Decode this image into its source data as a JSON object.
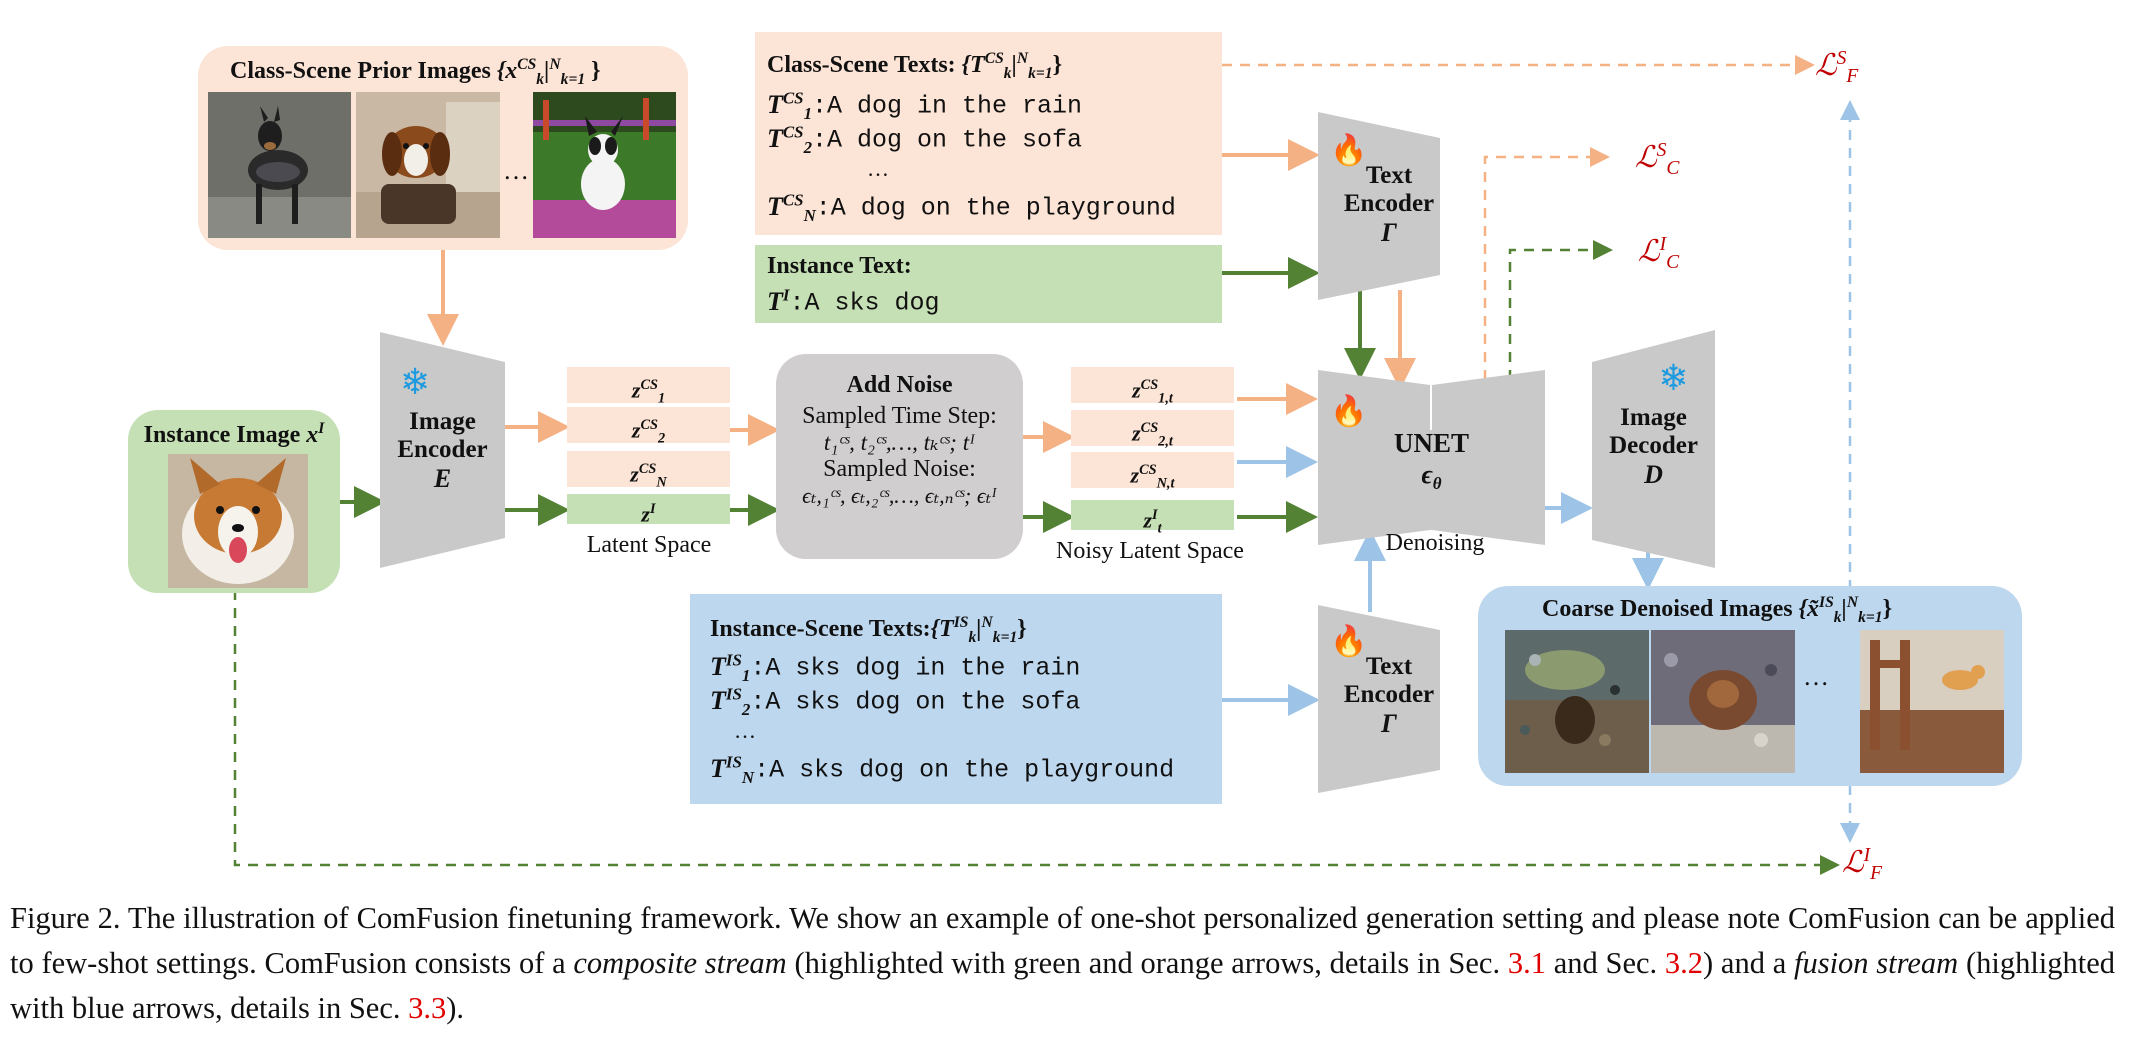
{
  "class_scene_prior": {
    "title": "Class-Scene Prior Images",
    "set": "{x",
    "set_sup": "CS",
    "set_sub": "k",
    "set_range": "|",
    "range_sup": "N",
    "range_sub": "k=1",
    "close": "}",
    "ellipsis": "…"
  },
  "class_scene_texts": {
    "title": "Class-Scene Texts:",
    "set": "{T",
    "set_sup": "CS",
    "set_sub": "k",
    "range_sup": "N",
    "range_sub": "k=1",
    "close": "}",
    "items": [
      {
        "sym": "T",
        "sup": "CS",
        "sub": "1",
        "text": ":A dog in the rain"
      },
      {
        "sym": "T",
        "sup": "CS",
        "sub": "2",
        "text": ":A dog on the sofa"
      },
      {
        "sym": "T",
        "sup": "CS",
        "sub": "N",
        "text": ":A dog on the playground"
      }
    ],
    "ellipsis": "…"
  },
  "instance_text": {
    "title": "Instance Text:",
    "sym": "T",
    "sup": "I",
    "text": ":A sks dog"
  },
  "instance_scene_texts": {
    "title": "Instance-Scene Texts:",
    "set": "{T",
    "set_sup": "IS",
    "set_sub": "k",
    "range_sup": "N",
    "range_sub": "k=1",
    "close": "}",
    "items": [
      {
        "sym": "T",
        "sup": "IS",
        "sub": "1",
        "text": ":A sks dog in the rain"
      },
      {
        "sym": "T",
        "sup": "IS",
        "sub": "2",
        "text": ":A sks dog on the sofa"
      },
      {
        "sym": "T",
        "sup": "IS",
        "sub": "N",
        "text": ":A sks dog on the playground"
      }
    ],
    "ellipsis": "…"
  },
  "instance_image": {
    "title": "Instance Image",
    "sym": "x",
    "sup": "I"
  },
  "image_encoder": {
    "line1": "Image",
    "line2": "Encoder",
    "sym": "E",
    "icon": "snowflake-icon"
  },
  "latent_space": {
    "label": "Latent Space",
    "items": [
      {
        "sym": "z",
        "sup": "CS",
        "sub": "1"
      },
      {
        "sym": "z",
        "sup": "CS",
        "sub": "2"
      },
      {
        "sym": "z",
        "sup": "CS",
        "sub": "N"
      },
      {
        "sym": "z",
        "sup": "I",
        "sub": ""
      }
    ]
  },
  "add_noise": {
    "title": "Add Noise",
    "line1": "Sampled Time Step:",
    "line2": "t₁ᶜˢ, t₂ᶜˢ,…, tₖᶜˢ; tᴵ",
    "line3": "Sampled Noise:",
    "line4": "ϵₜ,₁ᶜˢ, ϵₜ,₂ᶜˢ,…, ϵₜ,ₙᶜˢ; ϵₜᴵ"
  },
  "noisy_latent": {
    "label": "Noisy Latent Space",
    "items": [
      {
        "sym": "z",
        "sup": "CS",
        "sub": "1,t"
      },
      {
        "sym": "z",
        "sup": "CS",
        "sub": "2,t"
      },
      {
        "sym": "z",
        "sup": "CS",
        "sub": "N,t"
      },
      {
        "sym": "z",
        "sup": "I",
        "sub": "t"
      }
    ]
  },
  "text_encoder_top": {
    "line1": "Text",
    "line2": "Encoder",
    "sym": "Γ",
    "icon": "flame-icon"
  },
  "text_encoder_bottom": {
    "line1": "Text",
    "line2": "Encoder",
    "sym": "Γ",
    "icon": "flame-icon"
  },
  "unet": {
    "title": "UNET",
    "sym": "ϵ",
    "sub": "θ",
    "label": "Denoising",
    "icon": "flame-icon"
  },
  "image_decoder": {
    "line1": "Image",
    "line2": "Decoder",
    "sym": "D",
    "icon": "snowflake-icon"
  },
  "coarse_images": {
    "title": "Coarse Denoised Images",
    "set": "{x̃",
    "set_sup": "IS",
    "set_sub": "k",
    "range_sup": "N",
    "range_sub": "k=1",
    "close": "}",
    "ellipsis": "…"
  },
  "losses": {
    "lf_s": {
      "sym": "ℒ",
      "sup": "S",
      "sub": "F"
    },
    "lc_s": {
      "sym": "ℒ",
      "sup": "S",
      "sub": "C"
    },
    "lc_i": {
      "sym": "ℒ",
      "sup": "I",
      "sub": "C"
    },
    "lf_i": {
      "sym": "ℒ",
      "sup": "I",
      "sub": "F"
    }
  },
  "colors": {
    "orange_arrow": "#f4b183",
    "green_arrow": "#548235",
    "blue_arrow": "#9dc3e6",
    "loss_red": "#c00000"
  },
  "caption": {
    "prefix": "Figure 2.  The illustration of ComFusion finetuning framework.  We show an example of one-shot personalized generation setting and please note ComFusion can be applied to few-shot settings. ComFusion consists of a ",
    "composite": "composite stream",
    "mid1": " (highlighted with green and orange arrows, details in Sec. ",
    "ref1": "3.1",
    "mid2": " and Sec. ",
    "ref2": "3.2",
    "mid3": ") and a ",
    "fusion": "fusion stream",
    "mid4": " (highlighted with blue arrows, details in Sec. ",
    "ref3": "3.3",
    "suffix": ")."
  }
}
